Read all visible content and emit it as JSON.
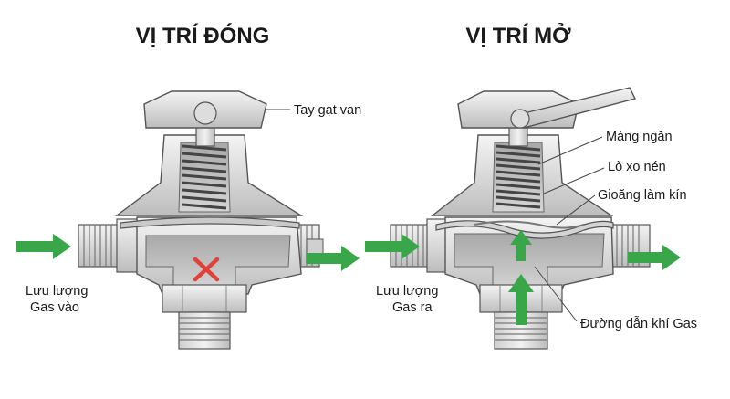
{
  "titles": {
    "closed": "VỊ TRÍ ĐÓNG",
    "open": "VỊ TRÍ MỞ"
  },
  "closed_labels": {
    "handle": "Tay gạt van",
    "inflow_line1": "Lưu lượng",
    "inflow_line2": "Gas vào"
  },
  "open_labels": {
    "diaphragm": "Màng ngăn",
    "spring": "Lò xo nén",
    "gasket": "Gioăng làm kín",
    "outflow_line1": "Lưu lượng",
    "outflow_line2": "Gas ra",
    "gas_path": "Đường dẫn khí Gas"
  },
  "colors": {
    "arrow_green": "#3aa64a",
    "stop_red": "#e0423a",
    "metal_light": "#e6e6e6",
    "metal_dark": "#9a9a9a",
    "outline": "#4a4a4a"
  },
  "icons": {
    "stop": "x-mark-icon",
    "flow": "arrow-right-icon"
  }
}
